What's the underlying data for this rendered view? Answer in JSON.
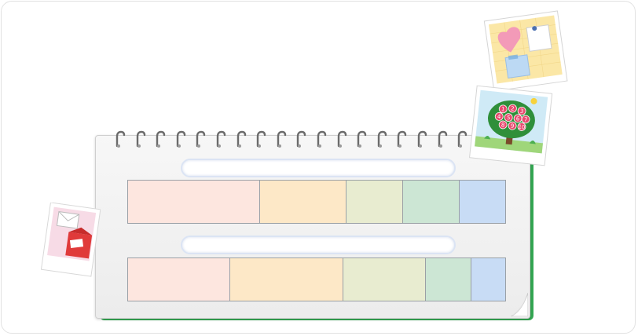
{
  "colors": {
    "accent_green": "#34a853",
    "seg_1": "#fde6df",
    "seg_2": "#fde8c7",
    "seg_3": "#e8ecd0",
    "seg_4": "#cce6d4",
    "seg_5": "#c8dcf5",
    "pill_border": "#dbe4f4"
  },
  "stickers": {
    "mail": {
      "icon": "mail-envelope-icon"
    },
    "memo": {
      "icon": "heart-memo-icon"
    },
    "tree": {
      "icon": "number-tree-icon",
      "numbers": [
        "1",
        "2",
        "3",
        "4",
        "5",
        "6",
        "7",
        "8",
        "9",
        "10"
      ]
    }
  },
  "rows": [
    {
      "segments": [
        35,
        23,
        15,
        15,
        12
      ]
    },
    {
      "segments": [
        27,
        30,
        22,
        12,
        9
      ]
    }
  ]
}
